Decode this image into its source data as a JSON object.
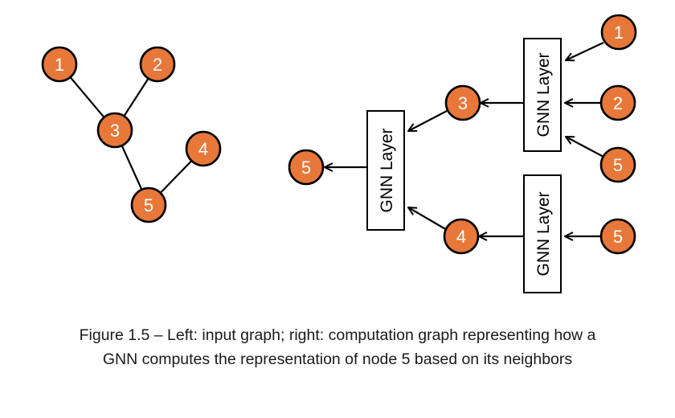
{
  "colors": {
    "node_fill": "#E8773A",
    "node_stroke": "#000000"
  },
  "input_graph": {
    "nodes": [
      {
        "id": "n1",
        "label": "1"
      },
      {
        "id": "n2",
        "label": "2"
      },
      {
        "id": "n3",
        "label": "3"
      },
      {
        "id": "n4",
        "label": "4"
      },
      {
        "id": "n5",
        "label": "5"
      }
    ],
    "edges": [
      [
        "n1",
        "n3"
      ],
      [
        "n2",
        "n3"
      ],
      [
        "n3",
        "n5"
      ],
      [
        "n4",
        "n5"
      ]
    ]
  },
  "computation_graph": {
    "layer_label": "GNN Layer",
    "nodes": [
      {
        "id": "c_out5",
        "label": "5"
      },
      {
        "id": "c3",
        "label": "3"
      },
      {
        "id": "c4",
        "label": "4"
      },
      {
        "id": "c1",
        "label": "1"
      },
      {
        "id": "c2",
        "label": "2"
      },
      {
        "id": "c5a",
        "label": "5"
      },
      {
        "id": "c5b",
        "label": "5"
      }
    ]
  },
  "caption": {
    "line1": "Figure 1.5 – Left: input graph; right: computation graph representing how a",
    "line2": "GNN computes the representation of node 5 based on its neighbors"
  }
}
